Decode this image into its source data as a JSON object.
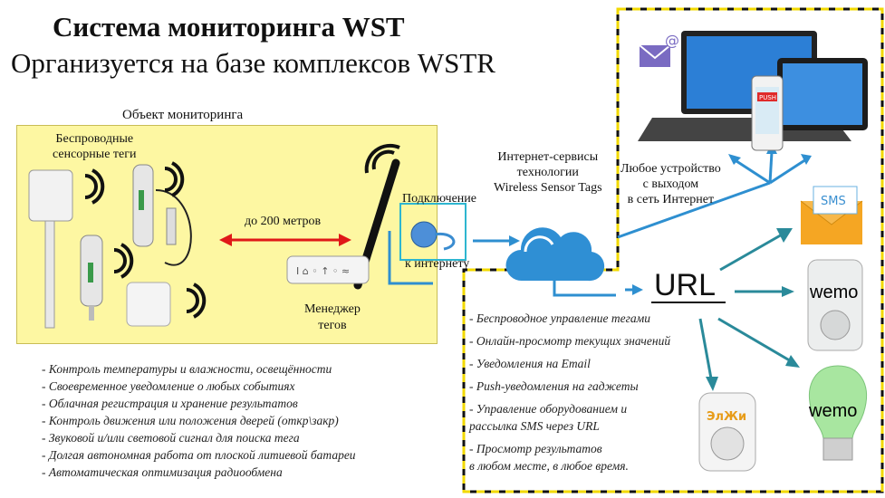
{
  "header": {
    "title": "Система мониторинга WST",
    "subtitle": "Организуется на базе комплексов WSTR"
  },
  "monitoring_object": {
    "label": "Объект мониторинга",
    "sensors_label_line1": "Беспроводные",
    "sensors_label_line2": "сенсорные теги",
    "range_label": "до 200 метров",
    "manager_label_line1": "Менеджер",
    "manager_label_line2": "тегов"
  },
  "connection": {
    "label_top": "Подключение",
    "label_bottom": "к интернету"
  },
  "cloud_services": {
    "line1": "Интернет-сервисы",
    "line2": "технологии",
    "line3": "Wireless Sensor Tags"
  },
  "devices": {
    "line1": "Любое устройство",
    "line2": "с выходом",
    "line3": "в сеть Интернет",
    "phone_badge": "PUSH",
    "sms_badge": "SMS"
  },
  "url_node": {
    "label": "URL"
  },
  "wemo": {
    "logo1": "wemo",
    "logo2": "wemo",
    "socket_brand": "ЭлЖи"
  },
  "features_left": [
    "- Контроль температуры и влажности, освещённости",
    "- Своевременное уведомление о любых событиях",
    "- Облачная регистрация и хранение результатов",
    "- Контроль движения или положения дверей (откр\\закр)",
    "- Звуковой и/или световой сигнал для поиска тега",
    "- Долгая автономная работа от плоской литиевой батареи",
    "- Автоматическая оптимизация радиообмена"
  ],
  "features_right": [
    {
      "line1": "- Беспроводное управление тегами",
      "line2": ""
    },
    {
      "line1": "- Онлайн-просмотр текущих значений",
      "line2": ""
    },
    {
      "line1": "- Уведомления на Email",
      "line2": ""
    },
    {
      "line1": "- Push-уведомления на гаджеты",
      "line2": ""
    },
    {
      "line1": "- Управление оборудованием и",
      "line2": "  рассылка SMS через URL"
    },
    {
      "line1": "- Просмотр результатов",
      "line2": "  в любом месте, в любое время."
    }
  ],
  "colors": {
    "object_fill": "#fdf7a2",
    "frame_dash": "#f2d900",
    "arrow_blue": "#2e8fd0",
    "arrow_teal": "#2a8a9a",
    "range_red": "#e01818",
    "wemo_green": "#55b54a"
  }
}
